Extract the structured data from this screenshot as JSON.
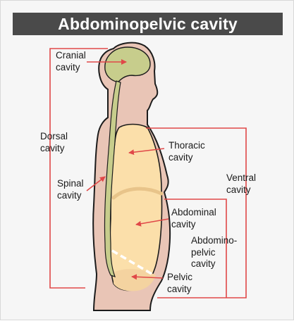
{
  "title": "Abdominopelvic cavity",
  "labels": {
    "cranial": [
      "Cranial",
      "cavity"
    ],
    "dorsal": [
      "Dorsal",
      "cavity"
    ],
    "spinal": [
      "Spinal",
      "cavity"
    ],
    "thoracic": [
      "Thoracic",
      "cavity"
    ],
    "ventral": [
      "Ventral",
      "cavity"
    ],
    "abdominal": [
      "Abdominal",
      "cavity"
    ],
    "abdominopelvic": [
      "Abdomino-",
      "pelvic",
      "cavity"
    ],
    "pelvic": [
      "Pelvic",
      "cavity"
    ]
  },
  "colors": {
    "skin": "#e9c5b6",
    "outline": "#1c1c1c",
    "nervous": "#c7cd8c",
    "ventral_cavity": "#fbdfaa",
    "diaphragm": "#e8c48a",
    "bracket": "#e04848",
    "arrow": "#e04848",
    "title_bg": "#4a4a4a"
  }
}
